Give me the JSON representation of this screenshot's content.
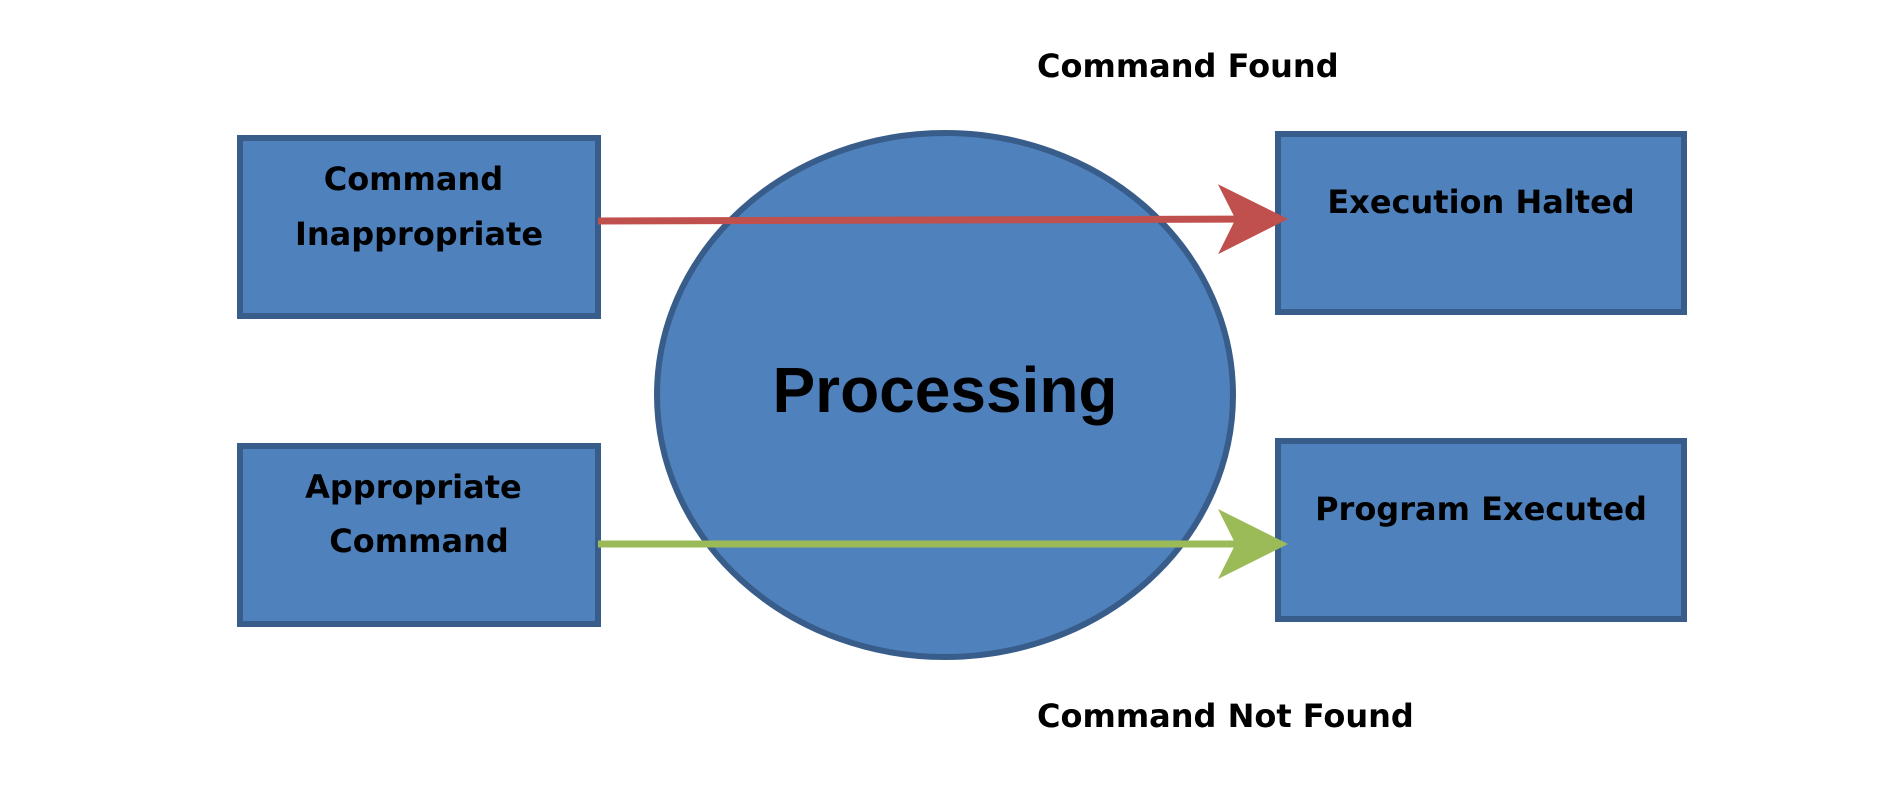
{
  "colors": {
    "fill": "#4F81BD",
    "stroke": "#385D8A",
    "arrow_top": "#C0504D",
    "arrow_bottom": "#9BBB59",
    "text": "#000000",
    "background": "#FFFFFF"
  },
  "center": {
    "label": "Processing"
  },
  "inputs": {
    "top": {
      "line1": "Command",
      "line2": "Inappropriate"
    },
    "bottom": {
      "line1": "Appropriate",
      "line2": "Command"
    }
  },
  "outputs": {
    "top": {
      "label": "Execution Halted"
    },
    "bottom": {
      "label": "Program Executed"
    }
  },
  "annotations": {
    "top": "Command Found",
    "bottom": "Command Not Found"
  }
}
